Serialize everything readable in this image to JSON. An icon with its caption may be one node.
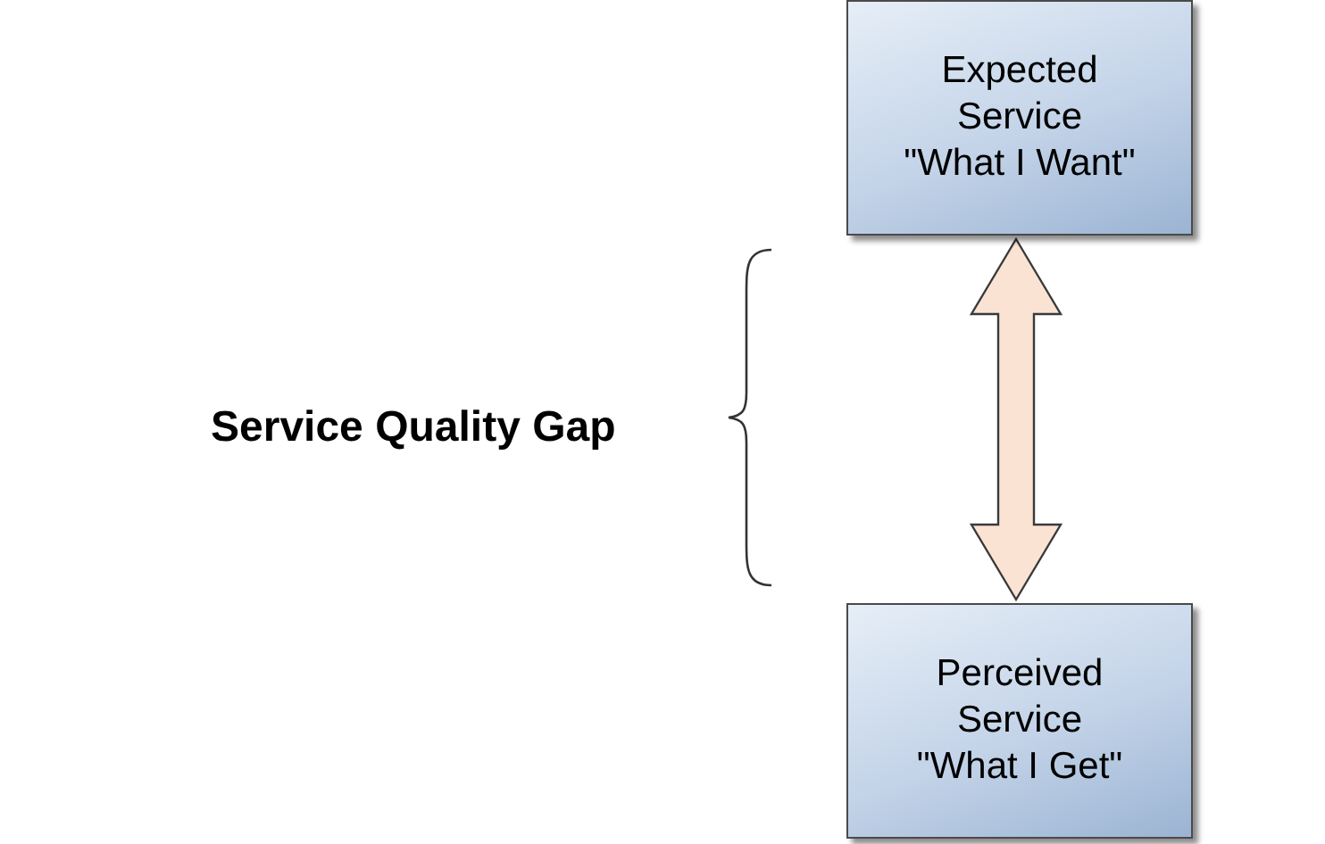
{
  "diagram": {
    "nodes": [
      {
        "text": [
          "Expected Service",
          "\"What I Want\""
        ]
      },
      {
        "text": [
          "Perceived Service",
          "\"What I Get\""
        ]
      }
    ],
    "edges": [
      {
        "from": 0,
        "to": 1,
        "arrow": "both"
      }
    ],
    "labels": [
      "Service Quality Gap"
    ]
  }
}
